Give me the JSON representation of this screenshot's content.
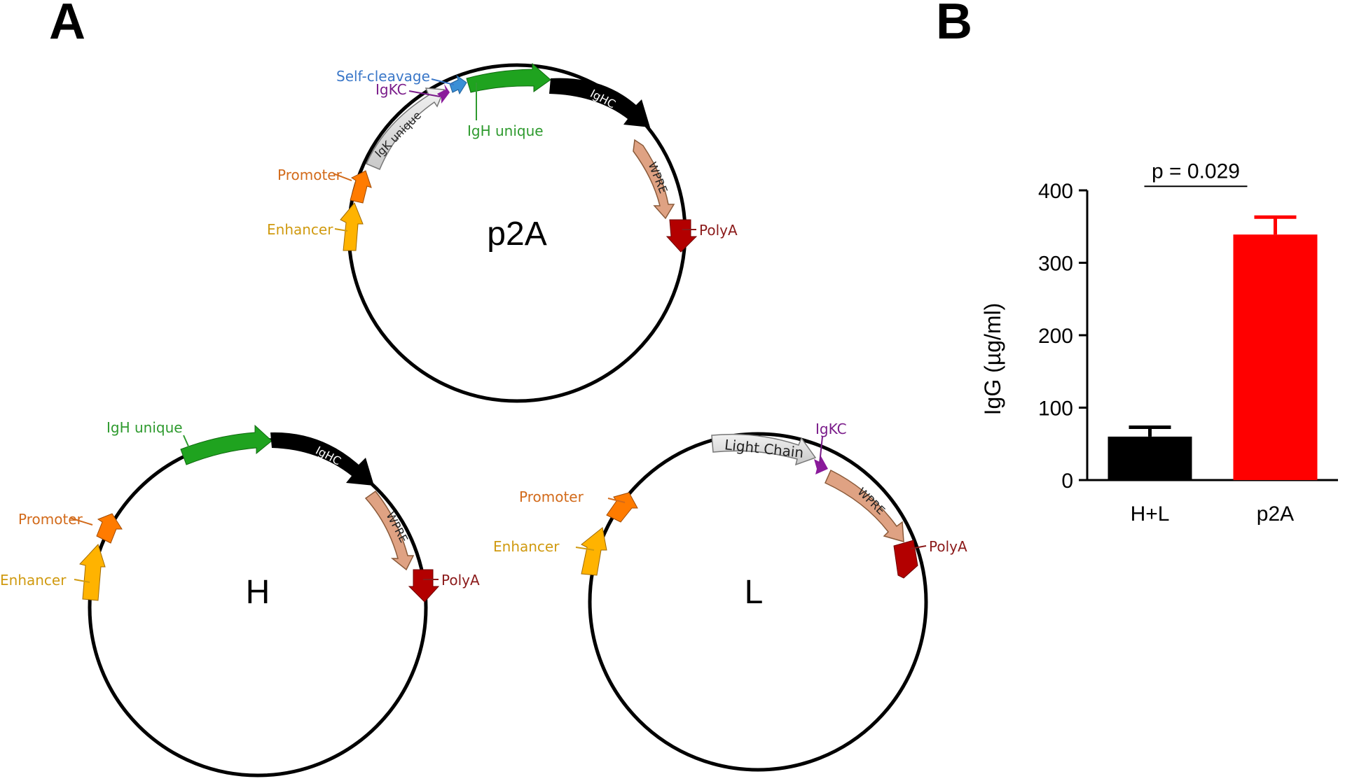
{
  "panels": {
    "a": "A",
    "b": "B"
  },
  "plasmids": {
    "p2a": {
      "name": "p2A",
      "labels": {
        "self_cleavage": "Self-cleavage",
        "igkc": "IgKC",
        "igk_unique": "IgK unique",
        "igh_unique": "IgH unique",
        "ighc": "IgHC",
        "wpre": "WPRE",
        "polya": "PolyA",
        "promoter": "Promoter",
        "enhancer": "Enhancer"
      }
    },
    "h": {
      "name": "H",
      "labels": {
        "igh_unique": "IgH unique",
        "ighc": "IgHC",
        "wpre": "WPRE",
        "polya": "PolyA",
        "promoter": "Promoter",
        "enhancer": "Enhancer"
      }
    },
    "l": {
      "name": "L",
      "labels": {
        "light_chain": "Light Chain",
        "igkc": "IgKC",
        "wpre": "WPRE",
        "polya": "PolyA",
        "promoter": "Promoter",
        "enhancer": "Enhancer"
      }
    }
  },
  "feature_colors": {
    "enhancer": "#ffb300",
    "promoter": "#ff7b00",
    "igk_unique": "#e0e0e0",
    "light_chain": "#e0e0e0",
    "igkc": "#8a1a9b",
    "self_cleavage": "#3a8fd6",
    "igh_unique": "#1fa31f",
    "ighc": "#000000",
    "wpre": "#dfa283",
    "polya": "#b30000"
  },
  "label_colors": {
    "enhancer": "#d09a10",
    "promoter": "#d26a1a",
    "igkc": "#7a1c8a",
    "self_cleavage": "#3a77c8",
    "igh_unique": "#2e9a2e",
    "polya": "#8b1a1a"
  },
  "chart_data": {
    "type": "bar",
    "categories": [
      "H+L",
      "p2A"
    ],
    "values": [
      60,
      339
    ],
    "errors": [
      13,
      24
    ],
    "colors": [
      "#000000",
      "#ff0000"
    ],
    "ylabel": "IgG (µg/ml)",
    "ylim": [
      0,
      400
    ],
    "yticks": [
      "0",
      "100",
      "200",
      "300",
      "400"
    ],
    "annotation": "p = 0.029"
  }
}
